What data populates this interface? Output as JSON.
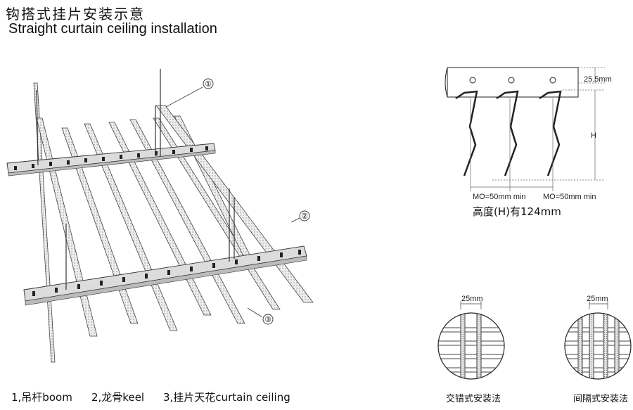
{
  "header": {
    "title_cn": "钩搭式挂片安装示意",
    "title_en": "Straight curtain ceiling installation"
  },
  "callouts": [
    "①",
    "②",
    "③"
  ],
  "legend": {
    "item1": "1,吊杆boom",
    "item2": "2,龙骨keel",
    "item3": "3,挂片天花curtain ceiling"
  },
  "detail": {
    "dim_top": "25.5mm",
    "dim_h": "H",
    "mo_left": "MO=50mm min",
    "mo_right": "MO=50mm min",
    "height_note": "高度(H)有124mm"
  },
  "plans": {
    "left_dim": "25mm",
    "right_dim": "25mm",
    "left_caption": "交错式安装法",
    "right_caption": "间隔式安装法"
  }
}
